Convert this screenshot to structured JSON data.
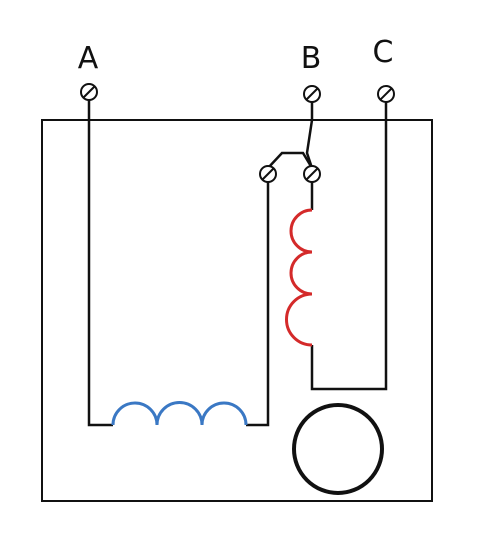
{
  "terminals": {
    "a": "A",
    "b": "B",
    "c": "C"
  },
  "colors": {
    "wire": "#111111",
    "coil_red": "#d42a2a",
    "coil_blue": "#3a78c4",
    "background": "#ffffff"
  }
}
